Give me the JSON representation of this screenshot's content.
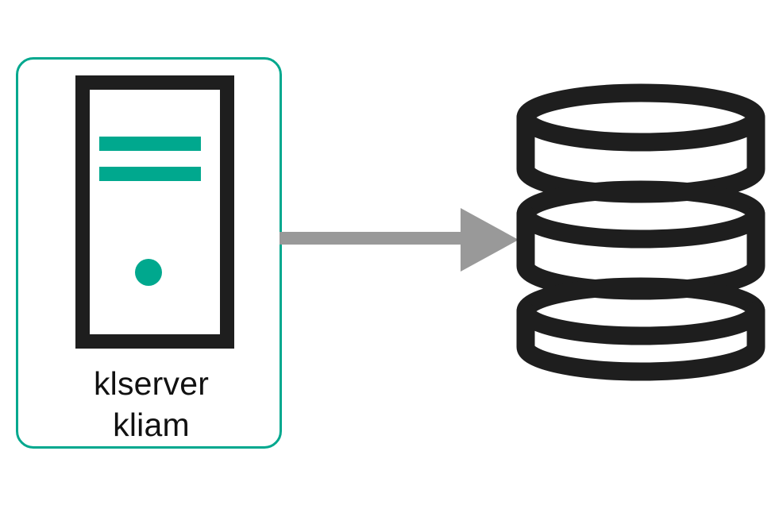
{
  "diagram": {
    "title": "klserver to database flow",
    "background_color": "#ffffff",
    "accent_color": "#00a88e",
    "stroke_color": "#1e1e1e",
    "arrow_color": "#999999"
  },
  "server_node": {
    "icon_name": "server-tower-icon",
    "border_color": "#00a88e",
    "labels": [
      "klserver",
      "kliam"
    ],
    "indicator_lights": [
      {
        "name": "status-bar-upper",
        "color": "#00a88e"
      },
      {
        "name": "status-bar-lower",
        "color": "#00a88e"
      }
    ],
    "power_led": {
      "name": "power-led",
      "color": "#00a88e"
    }
  },
  "connector": {
    "name": "flow-arrow",
    "direction": "right",
    "color": "#999999",
    "from": "klserver kliam",
    "to": "database"
  },
  "database_node": {
    "icon_name": "database-cylinder-icon",
    "segments": 3,
    "color": "#1e1e1e"
  }
}
